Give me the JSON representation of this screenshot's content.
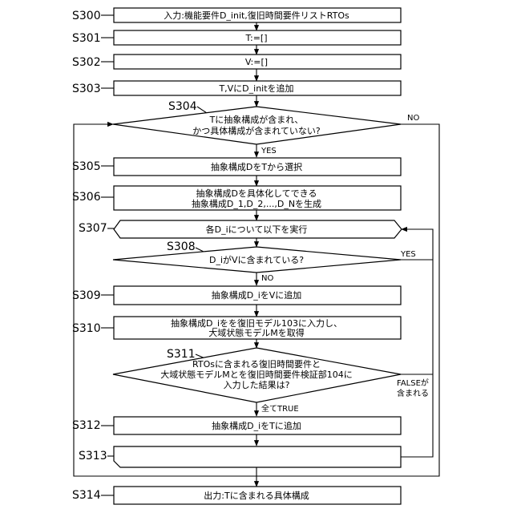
{
  "steps": {
    "s300": {
      "label": "S300",
      "text": "入力:機能要件D_init,復旧時間要件リストRTOs"
    },
    "s301": {
      "label": "S301",
      "text": "T:=[]"
    },
    "s302": {
      "label": "S302",
      "text": "V:=[]"
    },
    "s303": {
      "label": "S303",
      "text": "T,VにD_initを追加"
    },
    "s304": {
      "label": "S304",
      "line1": "Tに抽象構成が含まれ、",
      "line2": "かつ具体構成が含まれていない?",
      "no": "NO",
      "yes": "YES"
    },
    "s305": {
      "label": "S305",
      "text": "抽象構成DをTから選択"
    },
    "s306": {
      "label": "S306",
      "line1": "抽象構成Dを具体化してできる",
      "line2": "抽象構成D_1,D_2,...,D_Nを生成"
    },
    "s307": {
      "label": "S307",
      "text": "各D_iについて以下を実行"
    },
    "s308": {
      "label": "S308",
      "text": "D_iがVに含まれている?",
      "yes": "YES",
      "no": "NO"
    },
    "s309": {
      "label": "S309",
      "text": "抽象構成D_iをVに追加"
    },
    "s310": {
      "label": "S310",
      "line1": "抽象構成D_iをを復旧モデル103に入力し、",
      "line2": "大域状態モデルMを取得"
    },
    "s311": {
      "label": "S311",
      "line1": "RTOsに含まれる復旧時間要件と",
      "line2": "大域状態モデルMとを復旧時間要件検証部104に",
      "line3": "入力した結果は?",
      "false1": "FALSEが",
      "false2": "含まれる",
      "true": "全てTRUE"
    },
    "s312": {
      "label": "S312",
      "text": "抽象構成D_iをTに追加"
    },
    "s313": {
      "label": "S313"
    },
    "s314": {
      "label": "S314",
      "text": "出力:Tに含まれる具体構成"
    }
  }
}
